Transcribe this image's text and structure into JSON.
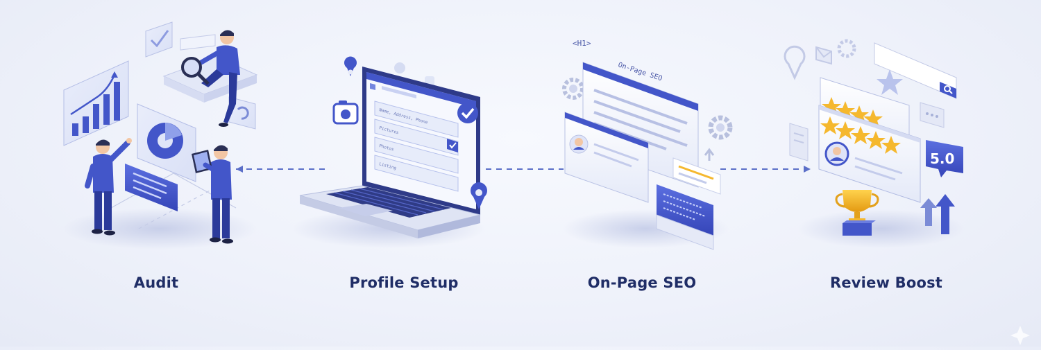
{
  "steps": [
    {
      "label": "Audit"
    },
    {
      "label": "Profile Setup"
    },
    {
      "label": "On-Page SEO"
    },
    {
      "label": "Review Boost"
    }
  ],
  "laptop_form": {
    "field_1": "Name, Address, Phone",
    "field_2": "Pictures",
    "field_3": "Photos",
    "field_4": "Listing"
  },
  "onpage": {
    "tag": "<H1>",
    "heading": "On-Page SEO"
  },
  "rating": {
    "value": "5.0",
    "stars": 5
  },
  "colors": {
    "primary": "#4356c9",
    "dark": "#1f2d66",
    "accent": "#f5b82e",
    "background": "#eef1fa"
  }
}
